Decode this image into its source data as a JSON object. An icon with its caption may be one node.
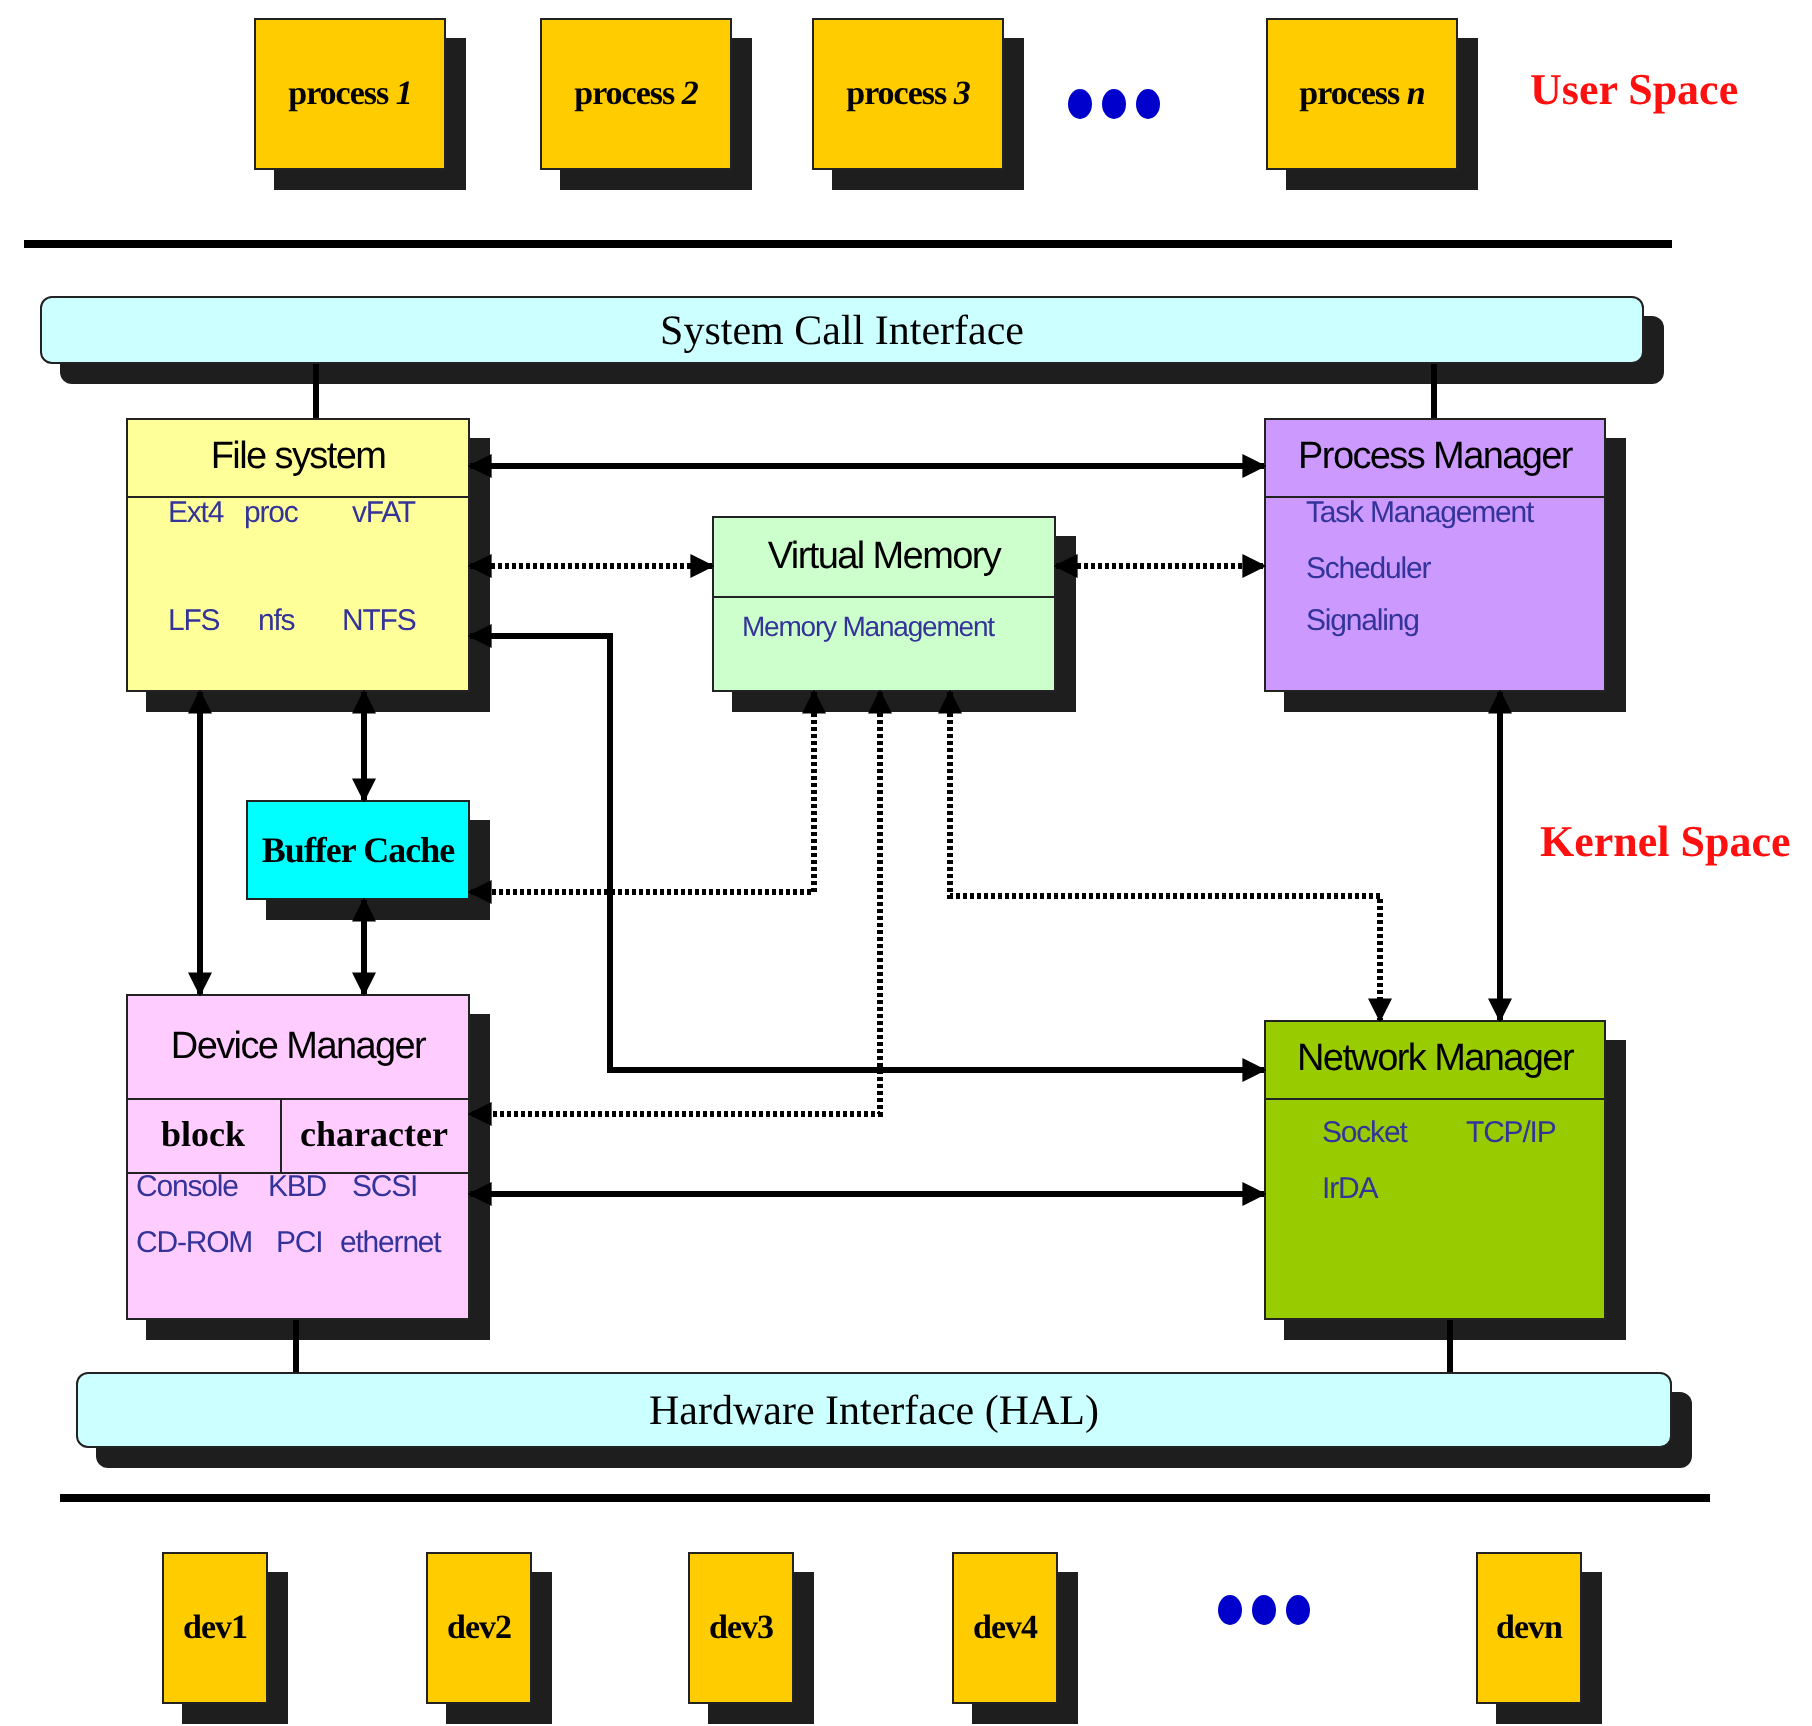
{
  "diagram": {
    "nodes": [
      {
        "text": [
          "process *1*"
        ]
      },
      {
        "text": [
          "process *2*"
        ]
      },
      {
        "text": [
          "process *3*"
        ]
      },
      {
        "text": [
          "process *n*"
        ]
      },
      {
        "text": [
          "System Call Interface"
        ]
      },
      {
        "text": [
          "File system",
          "Ext4",
          "proc",
          "vFAT",
          "LFS",
          "nfs",
          "NTFS"
        ]
      },
      {
        "text": [
          "Virtual Memory",
          "Memory Management"
        ]
      },
      {
        "text": [
          "Process Manager",
          "Task Management",
          "Scheduler",
          "Signaling"
        ]
      },
      {
        "text": [
          "Buffer Cache"
        ]
      },
      {
        "text": [
          "Device Manager",
          "Console",
          "KBD",
          "SCSI",
          "CD-ROM",
          "PCI",
          "ethernet"
        ]
      },
      {
        "text": [
          "block"
        ],
        "in": 9
      },
      {
        "text": [
          "character"
        ],
        "in": 9
      },
      {
        "text": [
          "Network Manager",
          "Socket",
          "TCP/IP",
          "IrDA"
        ]
      },
      {
        "text": [
          "Hardware Interface (HAL)"
        ]
      },
      {
        "text": [
          "dev1"
        ]
      },
      {
        "text": [
          "dev2"
        ]
      },
      {
        "text": [
          "dev3"
        ]
      },
      {
        "text": [
          "dev4"
        ]
      },
      {
        "text": [
          "devn"
        ]
      }
    ],
    "edges": [
      {
        "from": 4,
        "to": 5,
        "arrow": "none"
      },
      {
        "from": 4,
        "to": 7,
        "arrow": "none"
      },
      {
        "from": 5,
        "to": 7,
        "arrow": "both"
      },
      {
        "from": 5,
        "to": 6,
        "arrow": "both",
        "style": "dashed"
      },
      {
        "from": 6,
        "to": 7,
        "arrow": "both",
        "style": "dashed"
      },
      {
        "from": 5,
        "to": 12,
        "arrow": "both"
      },
      {
        "from": 5,
        "to": 9,
        "arrow": "both"
      },
      {
        "from": 5,
        "to": 8,
        "arrow": "both"
      },
      {
        "from": 8,
        "to": 9,
        "arrow": "both"
      },
      {
        "from": 6,
        "to": 8,
        "arrow": "both",
        "style": "dashed"
      },
      {
        "from": 6,
        "to": 9,
        "arrow": "both",
        "style": "dashed"
      },
      {
        "from": 6,
        "to": 12,
        "arrow": "both",
        "style": "dashed"
      },
      {
        "from": 7,
        "to": 12,
        "arrow": "both"
      },
      {
        "from": 9,
        "to": 12,
        "arrow": "both"
      },
      {
        "from": 9,
        "to": 13,
        "arrow": "none"
      },
      {
        "from": 12,
        "to": 13,
        "arrow": "none"
      }
    ],
    "labels": [
      "User Space",
      "Kernel Space"
    ]
  }
}
